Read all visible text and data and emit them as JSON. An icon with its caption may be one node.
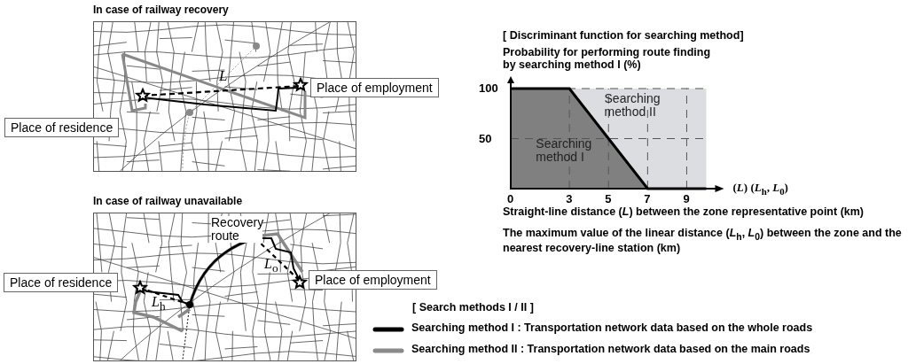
{
  "diagram": {
    "nodes": [
      {
        "text": [
          "In case of railway recovery"
        ]
      },
      {
        "text": [
          "Place of residence"
        ]
      },
      {
        "text": [
          "Place of employment"
        ]
      },
      {
        "text": [
          "In case of railway unavailable"
        ]
      },
      {
        "text": [
          "Place of residence"
        ]
      },
      {
        "text": [
          "Place of employment"
        ]
      }
    ],
    "labels": [
      "*L*",
      "Recovery route",
      "*L*$_{o}$",
      "*L*$_{h}$",
      "Straight-line distance (*L*) between the zone representative point (km)",
      "The maximum value of the linear distance (*L*$_{h}$, *L*$_{0}$) between the zone and the nearest recovery-line station (km)",
      "[ Search methods I / II ]"
    ],
    "legend": [
      {
        "text": "Searching method I : Transportation network data based on the whole roads"
      },
      {
        "text": "Searching method II : Transportation network data based on the main roads"
      }
    ],
    "chart_data": {
      "type": "area",
      "grid": true,
      "title": "[ Discriminant function for searching method]",
      "ylabel": "Probability for performing route finding by searching method I (%)",
      "xlabel": "(*L*) (*L*$_{h}$, *L*$_{0}$)",
      "x": [
        0,
        3,
        5,
        7,
        9,
        10
      ],
      "values": [
        100,
        100,
        50,
        0,
        0,
        0
      ],
      "xlim": [
        0,
        10
      ],
      "ylim": [
        0,
        100
      ],
      "xticks": [
        0,
        3,
        5,
        7,
        9
      ],
      "yticks": [
        50,
        100
      ],
      "annotations": [
        "Searching method I",
        "Searching method II"
      ]
    }
  }
}
